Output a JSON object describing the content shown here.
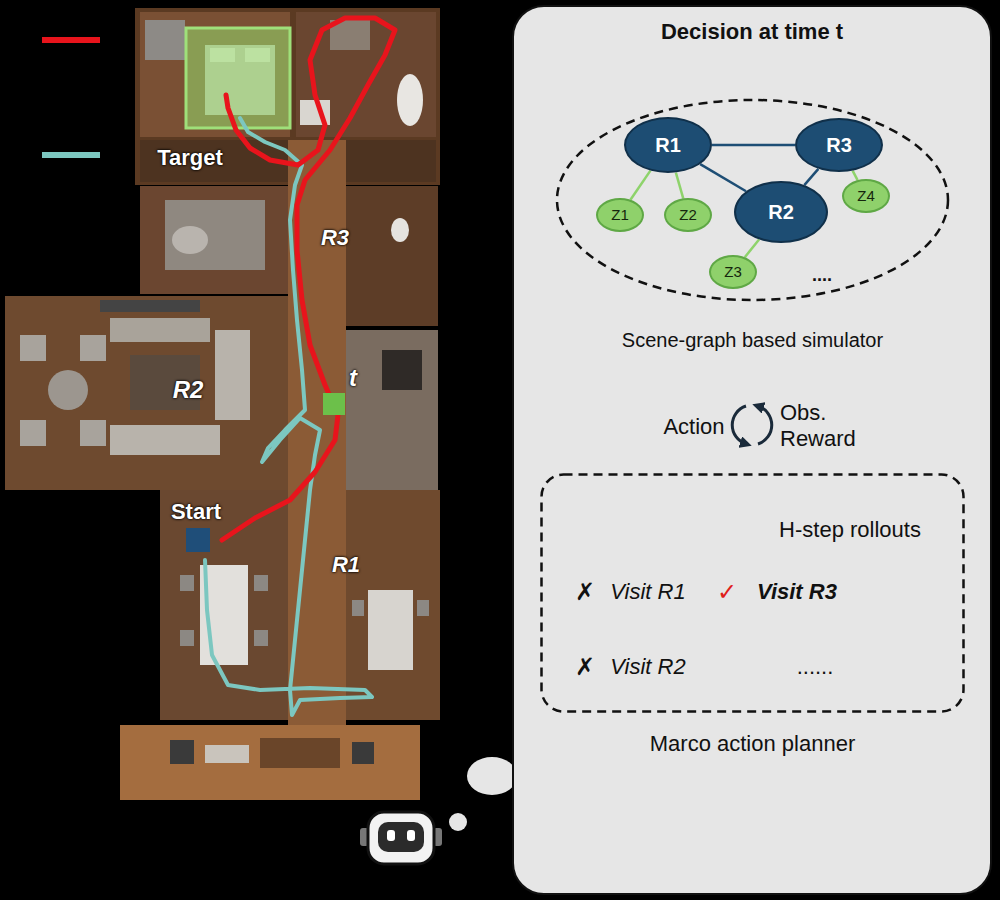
{
  "diagram": {
    "nodes": [
      {
        "text": [
          "Decision at time t"
        ]
      },
      {
        "text": [
          "Scene-graph based simulator"
        ],
        "in": 0
      },
      {
        "text": [
          "R1"
        ],
        "in": 1
      },
      {
        "text": [
          "R3"
        ],
        "in": 1
      },
      {
        "text": [
          "Z1"
        ],
        "in": 1
      },
      {
        "text": [
          "Z2"
        ],
        "in": 1
      },
      {
        "text": [
          "R2"
        ],
        "in": 1
      },
      {
        "text": [
          "Z4"
        ],
        "in": 1
      },
      {
        "text": [
          "Z3"
        ],
        "in": 1
      },
      {
        "text": [
          "H-step rollouts",
          "Marco action planner"
        ],
        "in": 0
      }
    ],
    "edges": [
      {
        "from": 2,
        "to": 3,
        "arrow": "none"
      },
      {
        "from": 2,
        "to": 6,
        "arrow": "none"
      },
      {
        "from": 3,
        "to": 6,
        "arrow": "none"
      },
      {
        "from": 2,
        "to": 4,
        "arrow": "none"
      },
      {
        "from": 2,
        "to": 5,
        "arrow": "none"
      },
      {
        "from": 6,
        "to": 8,
        "arrow": "none"
      },
      {
        "from": 3,
        "to": 7,
        "arrow": "none"
      }
    ],
    "labels": [
      "Target",
      "R3",
      "R2",
      "t",
      "Start",
      "R1",
      "....",
      "Action",
      "Obs. Reward",
      "✗",
      "Visit R1",
      "✓",
      "Visit R3",
      "✗",
      "Visit R2",
      "......"
    ]
  }
}
